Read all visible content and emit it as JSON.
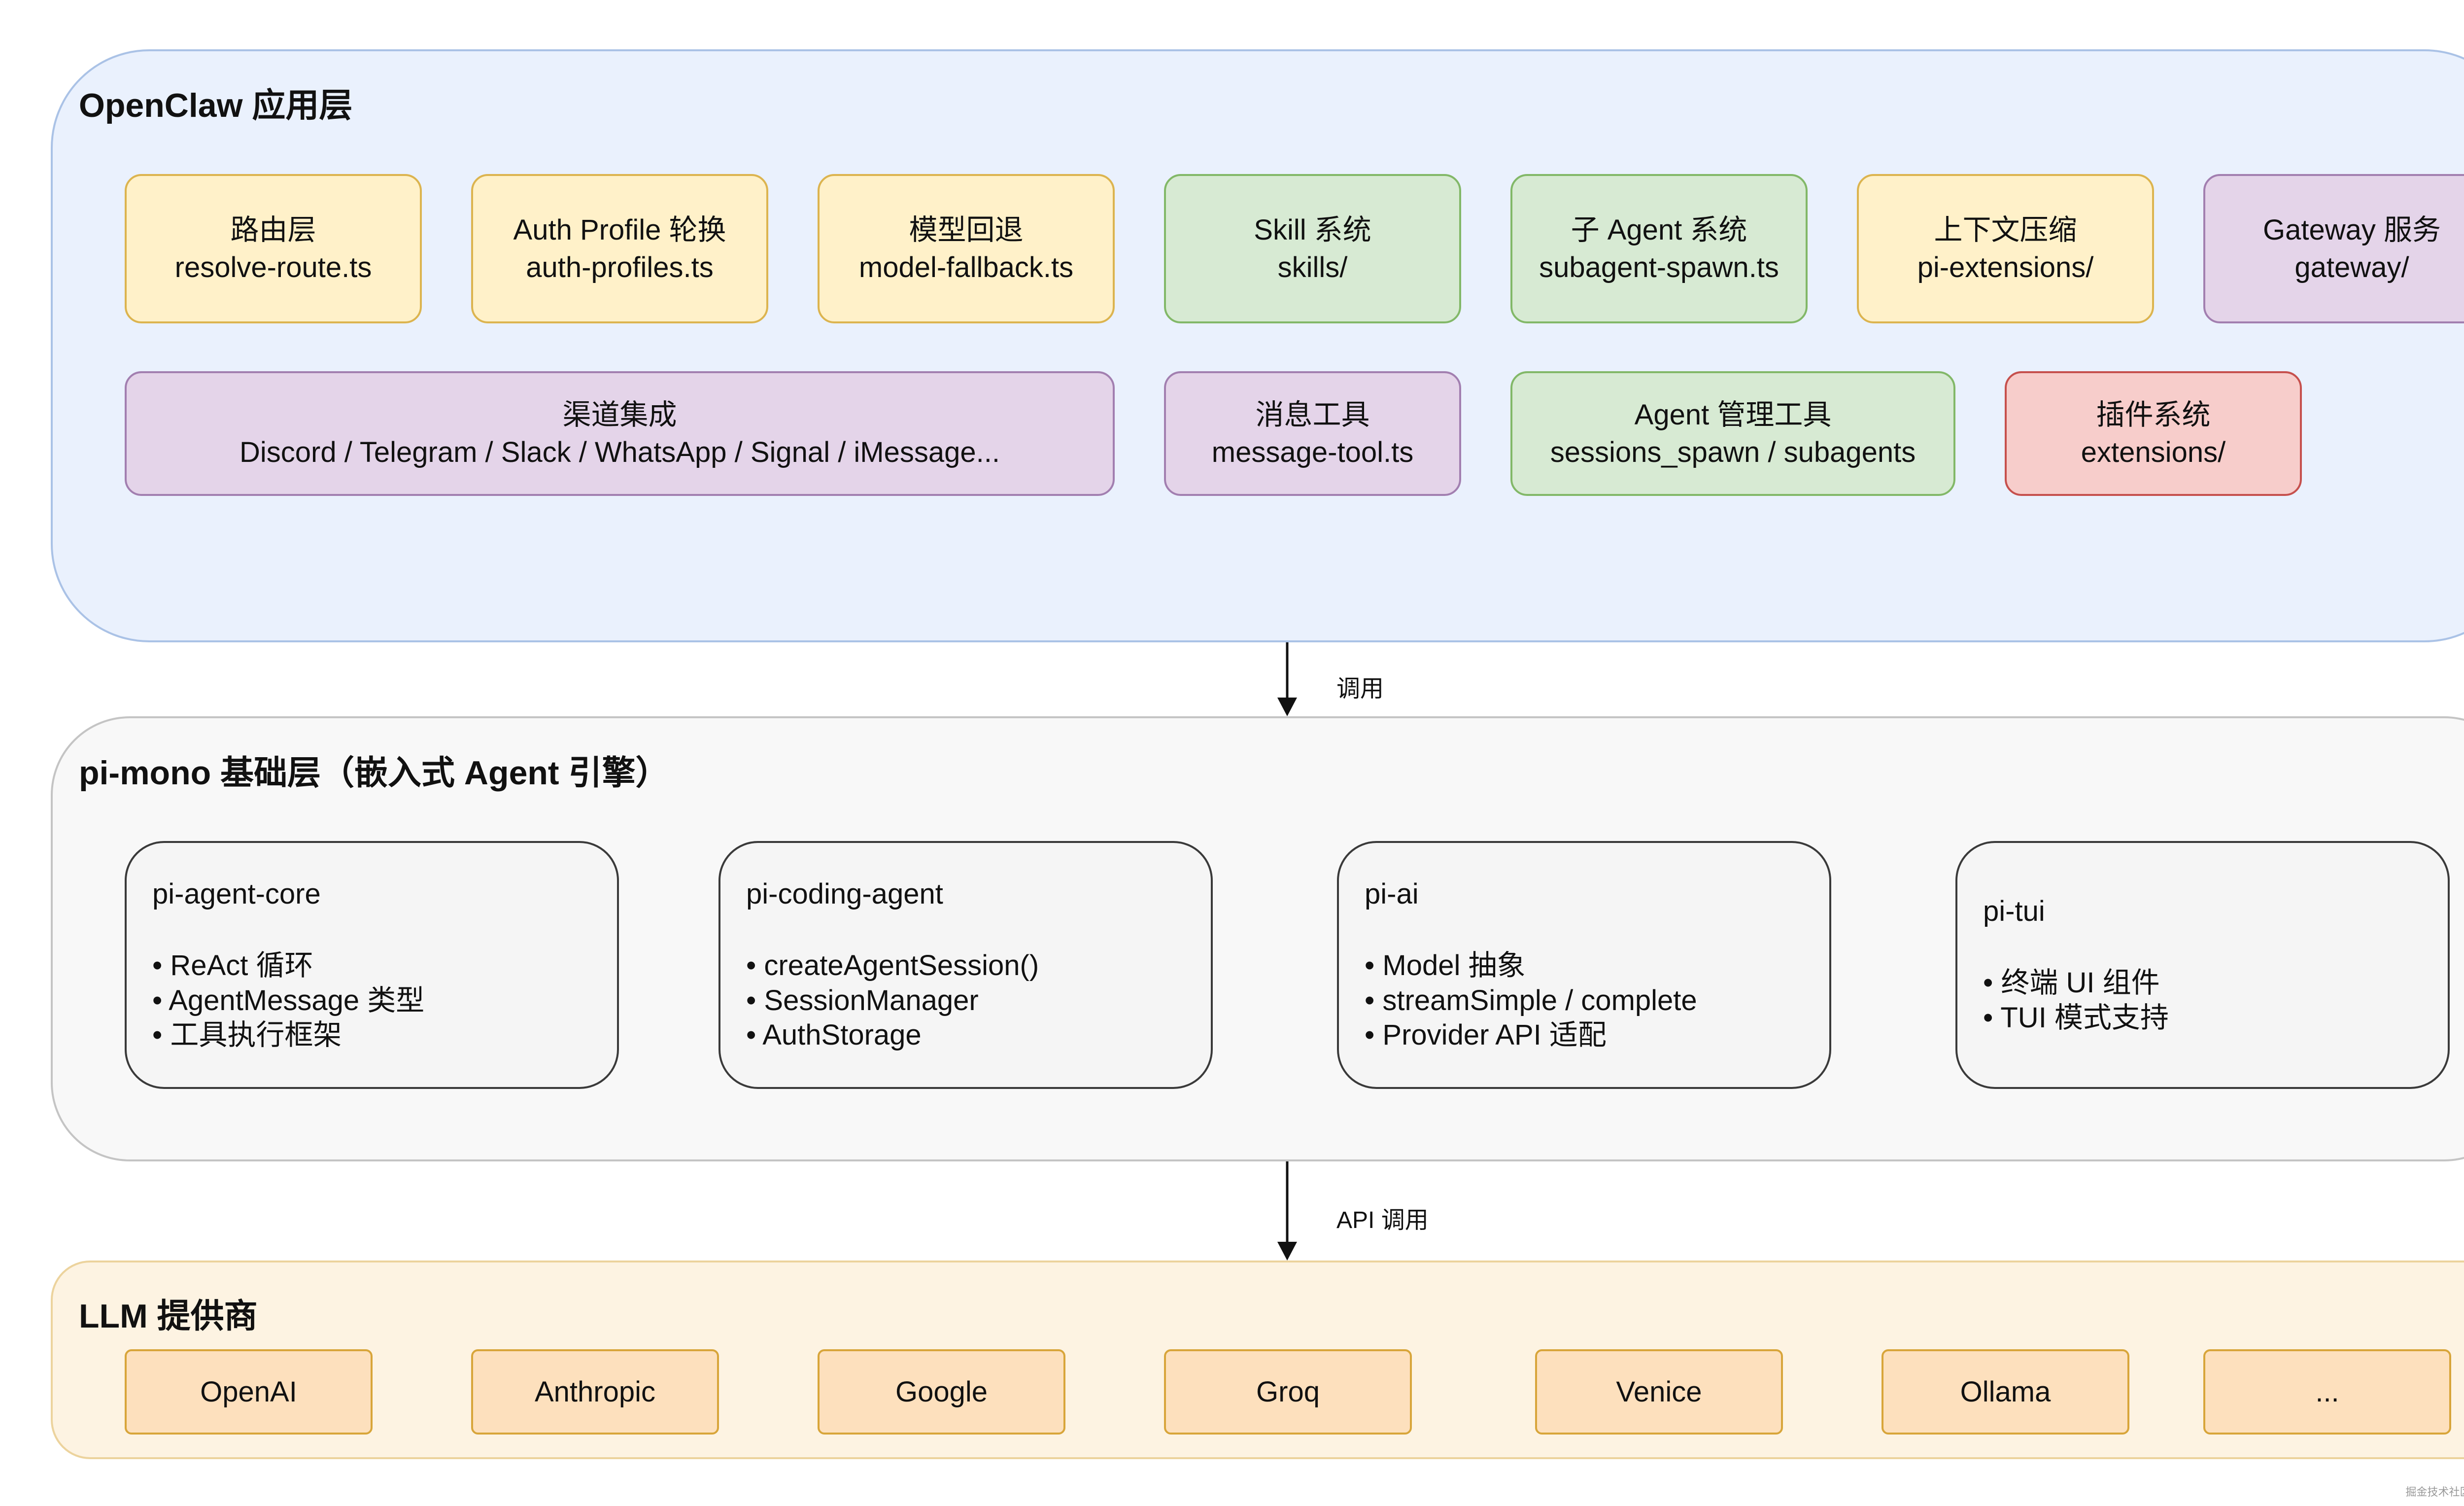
{
  "app_layer": {
    "title": "OpenClaw 应用层",
    "row1": [
      {
        "name": "路由层",
        "file": "resolve-route.ts"
      },
      {
        "name": "Auth Profile 轮换",
        "file": "auth-profiles.ts"
      },
      {
        "name": "模型回退",
        "file": "model-fallback.ts"
      },
      {
        "name": "Skill 系统",
        "file": "skills/"
      },
      {
        "name": "子 Agent 系统",
        "file": "subagent-spawn.ts"
      },
      {
        "name": "上下文压缩",
        "file": "pi-extensions/"
      },
      {
        "name": "Gateway 服务",
        "file": "gateway/"
      }
    ],
    "row2": [
      {
        "name": "渠道集成",
        "file": "Discord / Telegram / Slack / WhatsApp / Signal / iMessage..."
      },
      {
        "name": "消息工具",
        "file": "message-tool.ts"
      },
      {
        "name": "Agent 管理工具",
        "file": "sessions_spawn / subagents"
      },
      {
        "name": "插件系统",
        "file": "extensions/"
      }
    ]
  },
  "arrow1_label": "调用",
  "mono_layer": {
    "title": "pi-mono 基础层（嵌入式 Agent 引擎）",
    "cards": [
      {
        "title": "pi-agent-core",
        "items": [
          "ReAct 循环",
          "AgentMessage 类型",
          "工具执行框架"
        ]
      },
      {
        "title": "pi-coding-agent",
        "items": [
          "createAgentSession()",
          "SessionManager",
          "AuthStorage"
        ]
      },
      {
        "title": "pi-ai",
        "items": [
          "Model 抽象",
          "streamSimple / complete",
          "Provider API 适配"
        ]
      },
      {
        "title": "pi-tui",
        "items": [
          "终端 UI 组件",
          "TUI 模式支持"
        ]
      }
    ]
  },
  "arrow2_label": "API 调用",
  "llm_layer": {
    "title": "LLM 提供商",
    "providers": [
      "OpenAI",
      "Anthropic",
      "Google",
      "Groq",
      "Venice",
      "Ollama",
      "..."
    ]
  },
  "watermark": "掘金技术社区 @ 京东云开发者",
  "colors": {
    "app_layer_bg": "#eaf1fd",
    "mono_layer_bg": "#f8f8f8",
    "llm_layer_bg": "#fdf3e2",
    "yellow": "#fff1c9",
    "green": "#d7ead3",
    "purple": "#e4d4e9",
    "red": "#f7cdcb",
    "orange": "#fde0bd"
  }
}
